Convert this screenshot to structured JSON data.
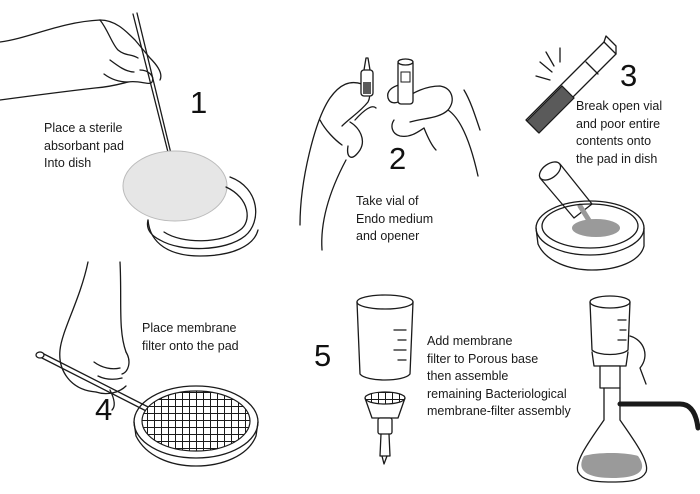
{
  "steps": [
    {
      "number": "1",
      "lines": [
        "Place a sterile",
        "absorbant pad",
        "Into dish"
      ]
    },
    {
      "number": "2",
      "lines": [
        "Take vial of",
        "Endo medium",
        "and opener"
      ]
    },
    {
      "number": "3",
      "lines": [
        "Break open vial",
        "and poor entire",
        "contents onto",
        "the pad in dish"
      ]
    },
    {
      "number": "4",
      "lines": [
        "Place membrane",
        "filter onto the pad"
      ]
    },
    {
      "number": "5",
      "lines": [
        "Add membrane",
        "filter to Porous base",
        "then assemble",
        "remaining Bacteriological",
        "membrane-filter assembly"
      ]
    }
  ],
  "colors": {
    "line": "#1a1a1a",
    "pad_fill": "#e6e6e6",
    "liquid_fill": "#9a9a9a",
    "vial_fill": "#5a5a5a",
    "mesh": "#1a1a1a",
    "background": "#ffffff"
  }
}
